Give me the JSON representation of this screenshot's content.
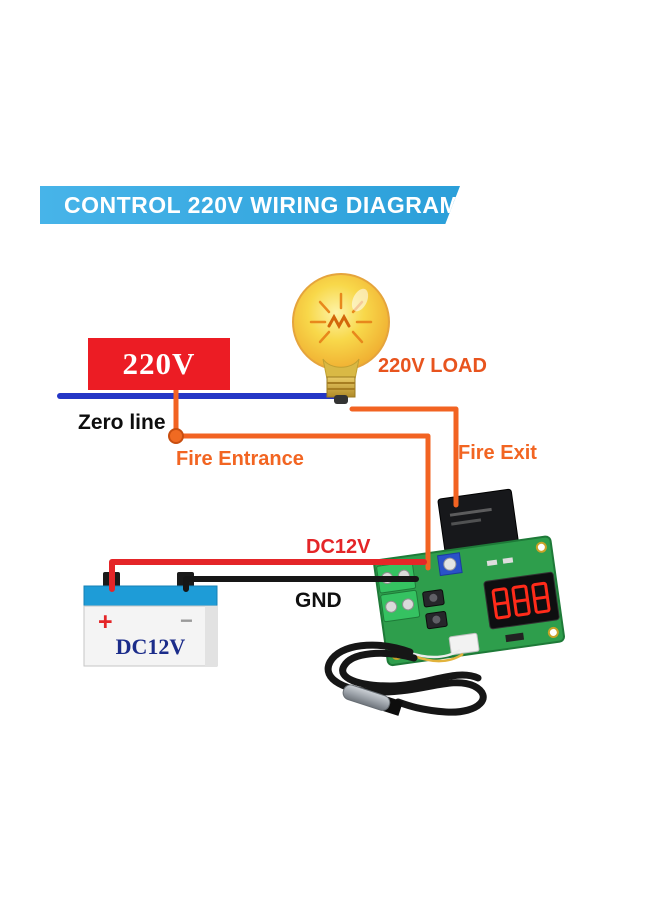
{
  "banner": {
    "title": "CONTROL 220V WIRING DIAGRAM",
    "bg_color": "#35A8E0"
  },
  "labels": {
    "supply_voltage": "220V",
    "load": "220V LOAD",
    "zero_line": "Zero line",
    "fire_entrance": "Fire Entrance",
    "fire_exit": "Fire Exit",
    "dc_supply_wire": "DC12V",
    "ground_wire": "GND"
  },
  "battery": {
    "label": "DC12V",
    "plus": "+",
    "minus": "−"
  },
  "colors": {
    "banner_blue": "#35A8E0",
    "supply_box_red": "#EC1C24",
    "wire_orange": "#F26322",
    "wire_blue": "#2436C6",
    "wire_red": "#E42528",
    "wire_black": "#161616",
    "pcb_green": "#2E9E4C",
    "bulb_yellow": "#F8D84A"
  }
}
